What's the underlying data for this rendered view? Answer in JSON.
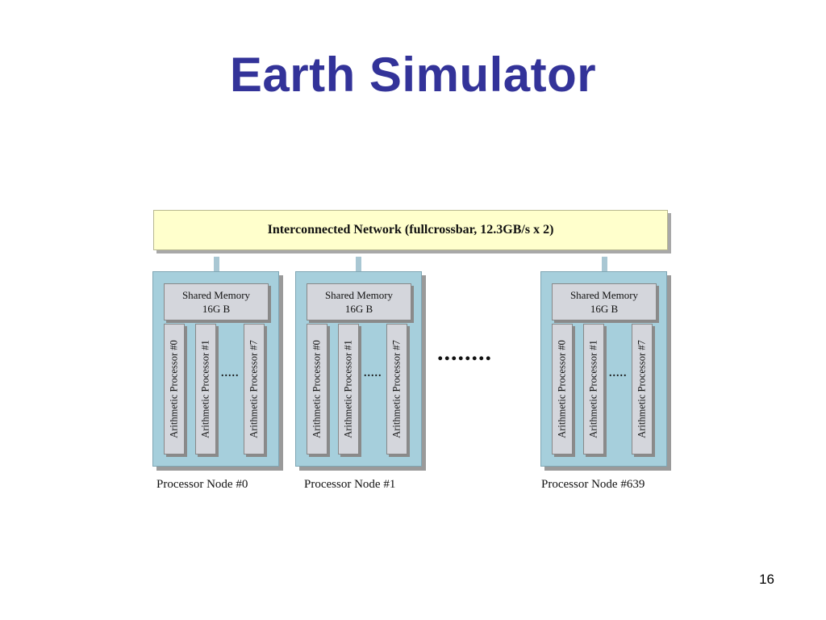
{
  "title": "Earth Simulator",
  "page_number": "16",
  "network": {
    "label": "Interconnected Network (fullcrossbar,  12.3GB/s x 2)"
  },
  "node_template": {
    "shared_memory_line1": "Shared Memory",
    "shared_memory_line2": "16G B",
    "processors": [
      "Arithmetic Processor  #0",
      "Arithmetic Processor  #1",
      "Arithmetic Processor  #7"
    ],
    "inner_ellipsis": "....."
  },
  "nodes": [
    {
      "label": "Processor Node  #0"
    },
    {
      "label": "Processor Node  #1"
    },
    {
      "label": "Processor Node #639"
    }
  ],
  "between_nodes_ellipsis": "........"
}
